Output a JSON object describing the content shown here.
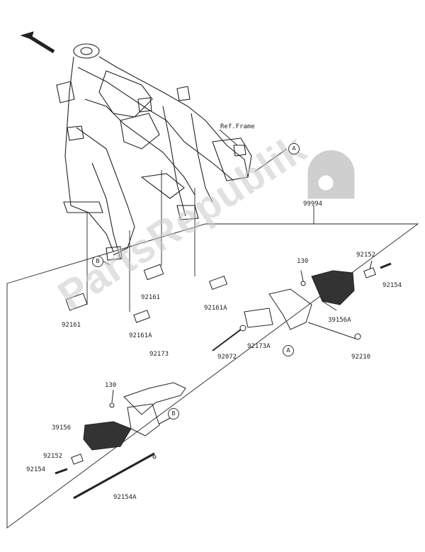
{
  "watermark": "PartsRepublik",
  "frame_label": "Ref.Frame",
  "callouts": {
    "a1": "A",
    "a2": "A",
    "b1": "B",
    "b2": "B"
  },
  "parts": {
    "p99994": "99994",
    "p130_top": "130",
    "p92152_top": "92152",
    "p92154_top": "92154",
    "p39156a": "39156A",
    "p92161_left": "92161",
    "p92161_mid": "92161",
    "p92161a_right": "92161A",
    "p92161a_left": "92161A",
    "p92173a": "92173A",
    "p92072": "92072",
    "p92210": "92210",
    "p92173": "92173",
    "p130_bot": "130",
    "p39156": "39156",
    "p92152_bot": "92152",
    "p92154_bot": "92154",
    "p92154a": "92154A"
  }
}
